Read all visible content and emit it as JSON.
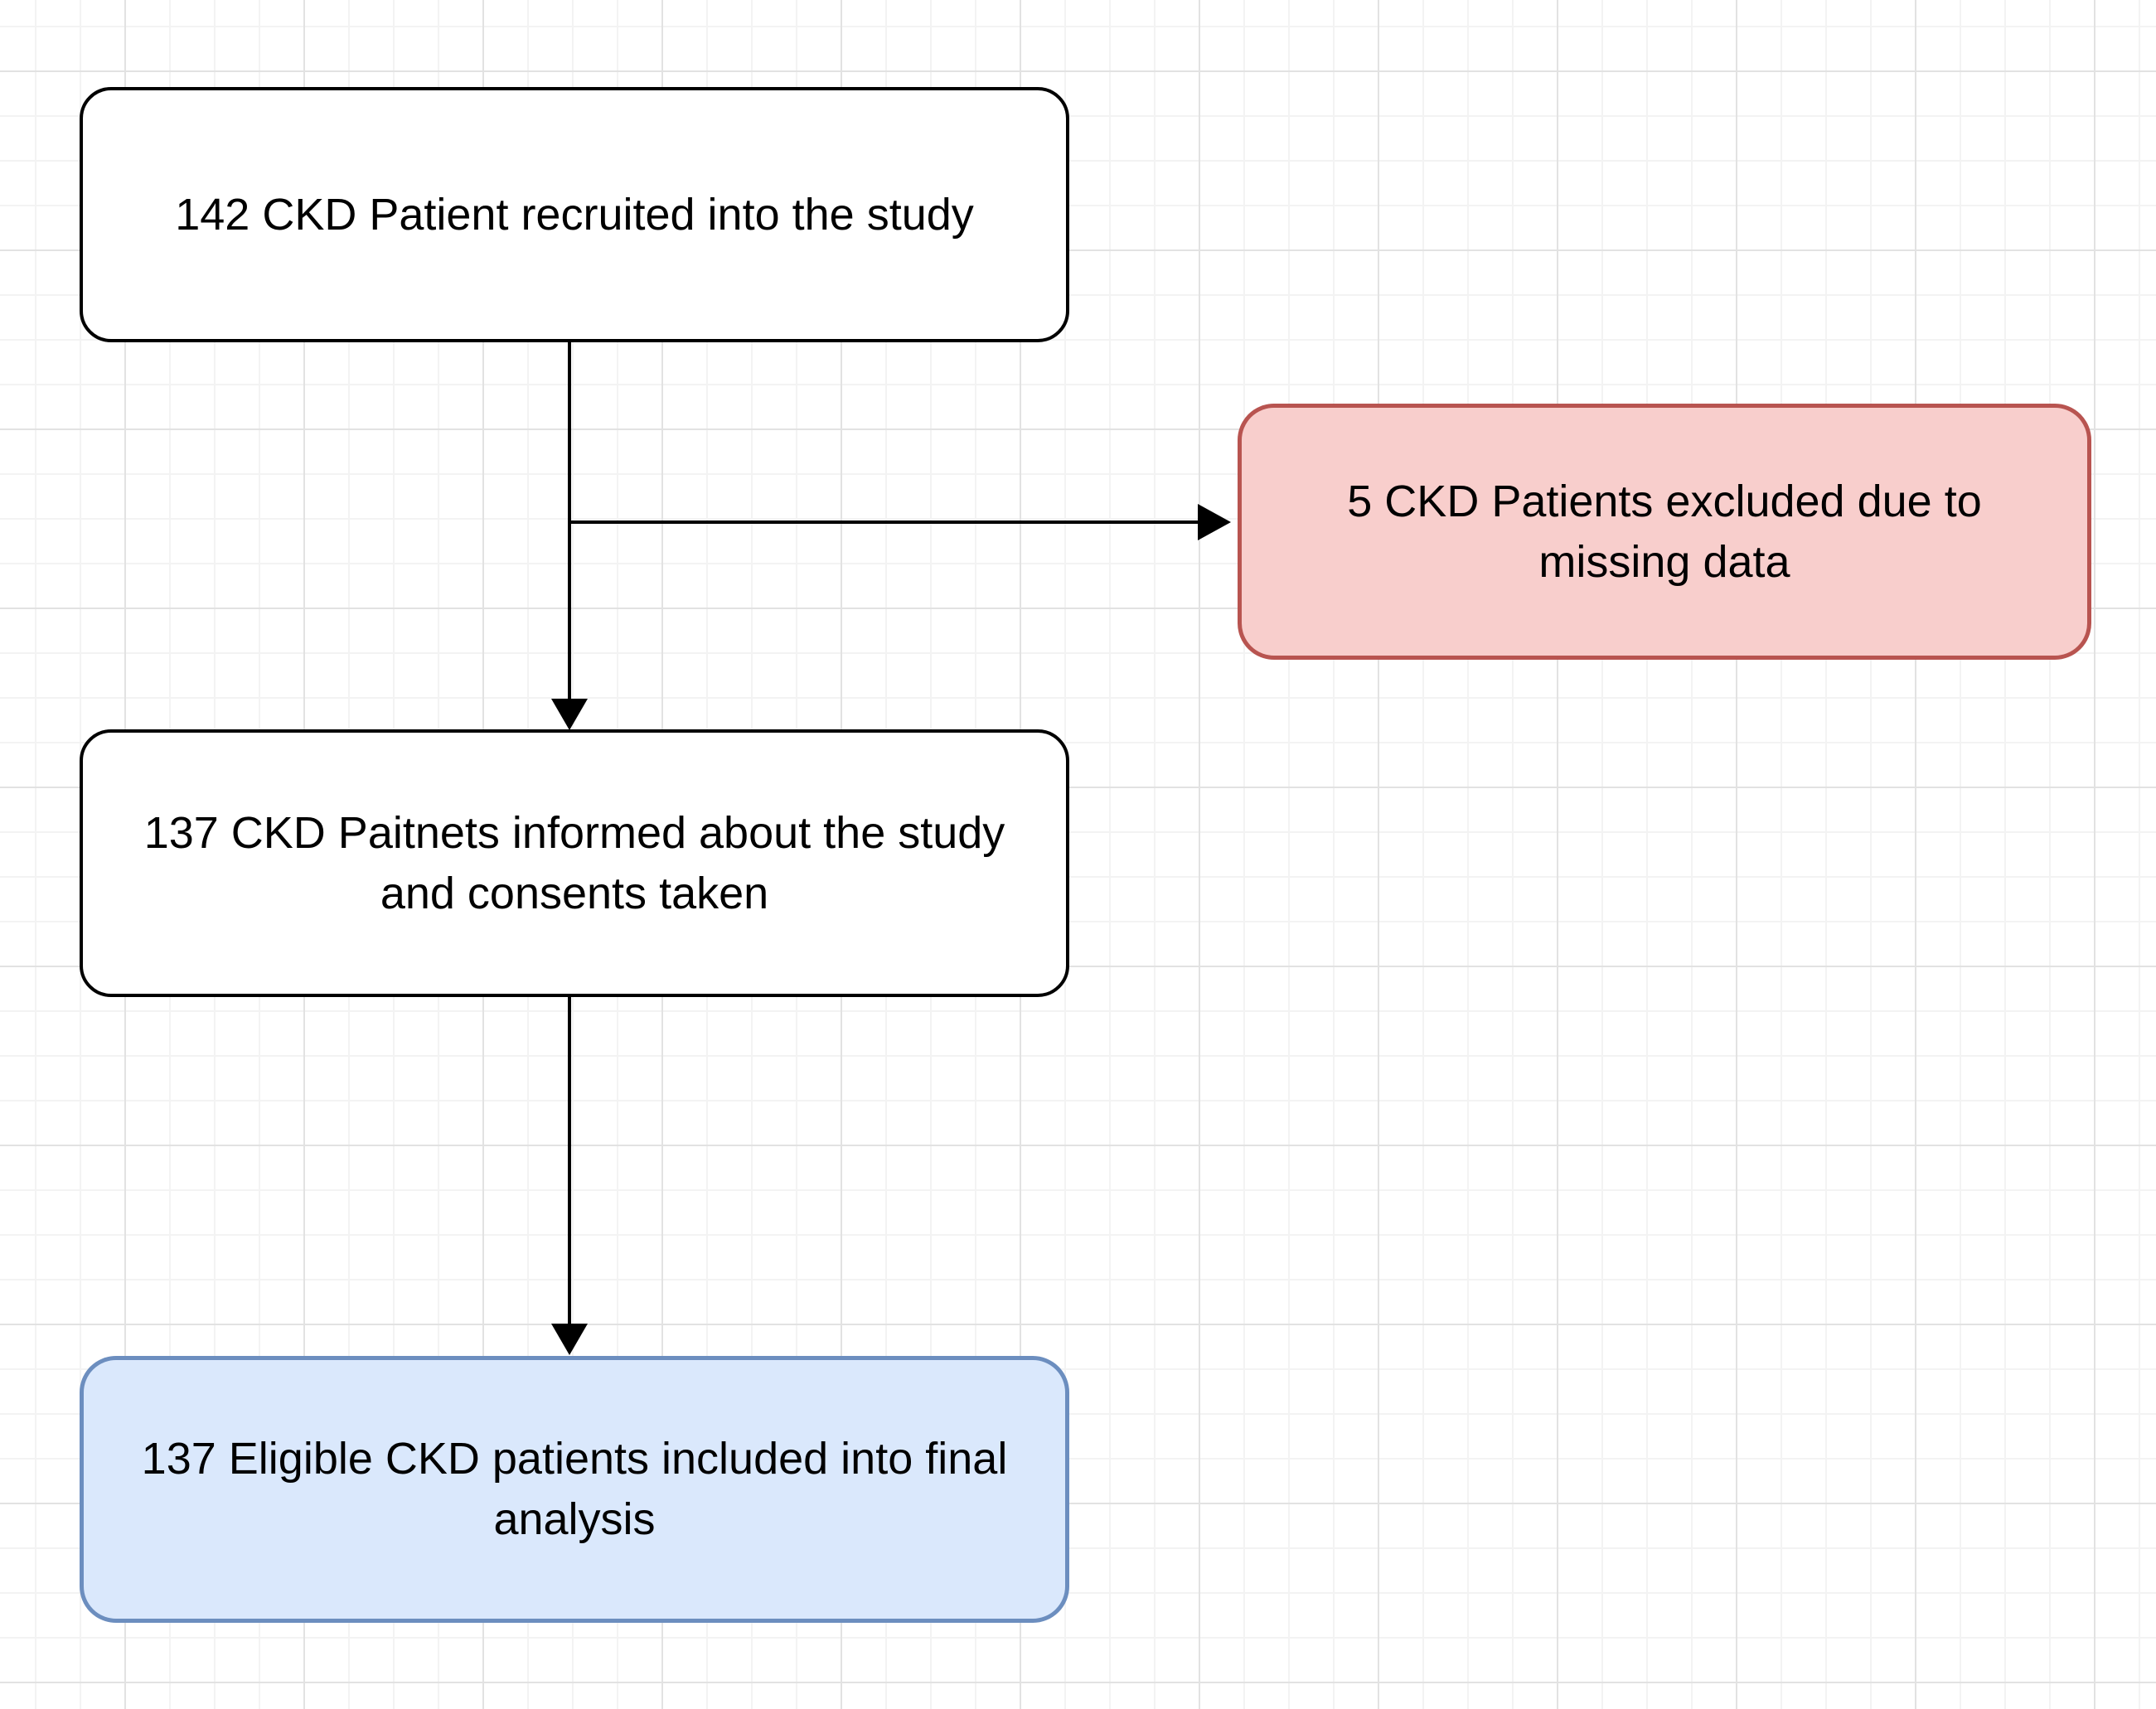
{
  "diagram": {
    "type": "flowchart",
    "nodes": {
      "recruited": {
        "label": "142 CKD Patient recruited into the study",
        "fill": "#ffffff",
        "stroke": "#000000"
      },
      "excluded": {
        "label": "5 CKD Patients excluded due to missing data",
        "fill": "#f8cecc",
        "stroke": "#b85450"
      },
      "informed": {
        "label": "137 CKD Paitnets informed about the study and consents taken",
        "fill": "#ffffff",
        "stroke": "#000000"
      },
      "final": {
        "label": "137 Eligible CKD patients included into final analysis",
        "fill": "#dae8fc",
        "stroke": "#6c8ebf"
      }
    },
    "edges": [
      {
        "from": "recruited",
        "to": "informed",
        "direction": "down"
      },
      {
        "from": "recruited",
        "to": "excluded",
        "direction": "right"
      },
      {
        "from": "informed",
        "to": "final",
        "direction": "down"
      }
    ],
    "colors": {
      "background": "#ffffff",
      "grid_minor": "#f3f3f3",
      "grid_major": "#e2e2e2",
      "arrow": "#000000",
      "text": "#000000"
    }
  }
}
